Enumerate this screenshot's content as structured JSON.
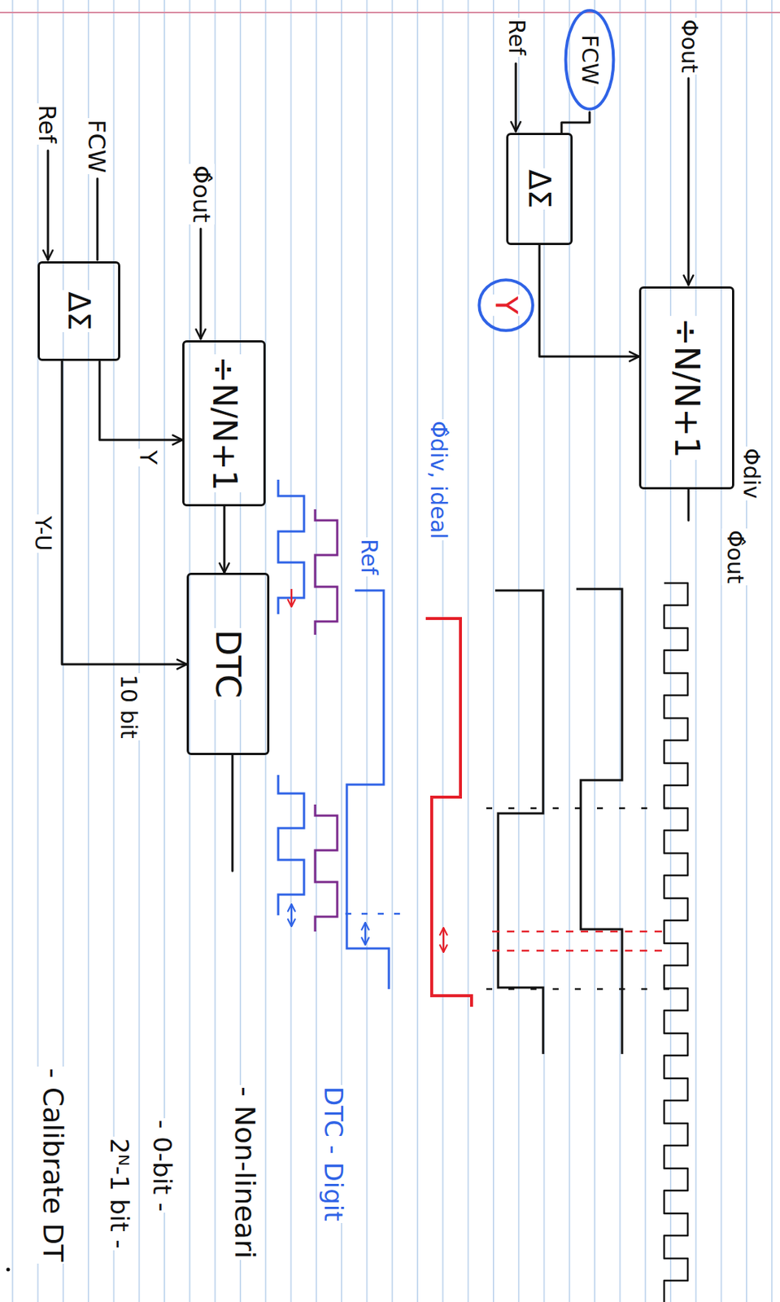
{
  "diagram": {
    "nodes": [
      {
        "text": [
          "FCW"
        ]
      },
      {
        "text": [
          "ΔΣ"
        ]
      },
      {
        "text": [
          "Y"
        ]
      },
      {
        "text": [
          "÷N/N+1"
        ]
      },
      {
        "text": [
          "ΔΣ"
        ]
      },
      {
        "text": [
          "÷N/N+1"
        ]
      },
      {
        "text": [
          "DTC"
        ]
      }
    ],
    "edges": [
      {
        "from": 0,
        "to": 1,
        "arrow": "none"
      },
      {
        "from": 1,
        "to": 3,
        "arrow": "to"
      },
      {
        "from": 4,
        "to": 5,
        "label": "Y",
        "arrow": "to"
      },
      {
        "from": 5,
        "to": 6,
        "arrow": "to"
      },
      {
        "from": 4,
        "to": 6,
        "label": "Y-U",
        "arrow": "to"
      }
    ],
    "labels": [
      "Φout",
      "Ref",
      "Φdiv",
      "Φ̂out",
      "Φ̂div, ideal",
      "Ref",
      "DTC - Digit",
      "Ref",
      "FCW",
      "Φ̂out",
      "10 bit",
      "- Non-lineari",
      "- 0-bit -",
      "2ᴺ-1 bit -",
      "- Calibrate DT"
    ]
  }
}
